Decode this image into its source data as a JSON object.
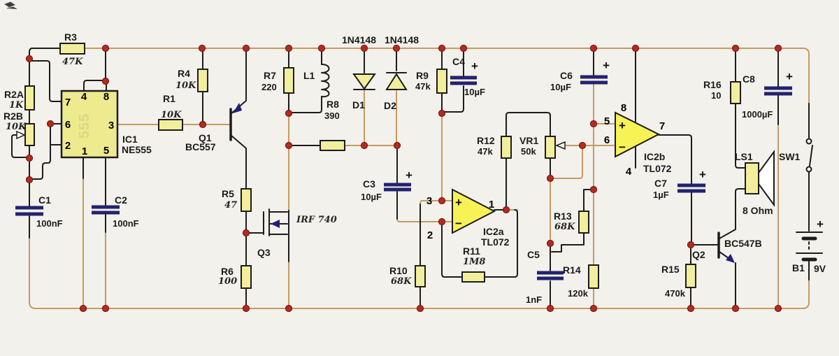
{
  "marks": {
    "plus": "+",
    "minus": "−"
  },
  "colors": {
    "background": "#f3f1ec",
    "wire_tan": "#c49c62",
    "wire_black": "#1c1c1c",
    "component_fill": "#f2ee9c",
    "ic_fill": "#eeea8e",
    "opamp_fill": "#f7f356",
    "capacitor_plate": "#22226e",
    "junction_dot": "#b52b20"
  },
  "components": {
    "r1": {
      "label": "R1",
      "value": "10K"
    },
    "r2a": {
      "label": "R2A",
      "value": "1K"
    },
    "r2b": {
      "label": "R2B",
      "value": "10K"
    },
    "r3": {
      "label": "R3",
      "value": "47K"
    },
    "r4": {
      "label": "R4",
      "value": "10K"
    },
    "r5": {
      "label": "R5",
      "value": "47"
    },
    "r6": {
      "label": "R6",
      "value": "100"
    },
    "r7": {
      "label": "R7",
      "value": "220"
    },
    "r8": {
      "label": "R8",
      "value": "390"
    },
    "r9": {
      "label": "R9",
      "value": "47k"
    },
    "r10": {
      "label": "R10",
      "value": "68K"
    },
    "r11": {
      "label": "R11",
      "value": "1M8"
    },
    "r12": {
      "label": "R12",
      "value": "47k"
    },
    "r13": {
      "label": "R13",
      "value": "68K"
    },
    "r14": {
      "label": "R14",
      "value": "120k"
    },
    "r15": {
      "label": "R15",
      "value": "470k"
    },
    "r16": {
      "label": "R16",
      "value": "10"
    },
    "vr1": {
      "label": "VR1",
      "value": "50k"
    },
    "c1": {
      "label": "C1",
      "value": "100nF"
    },
    "c2": {
      "label": "C2",
      "value": "100nF"
    },
    "c3": {
      "label": "C3",
      "value": "10µF"
    },
    "c4": {
      "label": "C4",
      "value": "10µF"
    },
    "c5": {
      "label": "C5",
      "value": "1nF"
    },
    "c6": {
      "label": "C6",
      "value": "10µF"
    },
    "c7": {
      "label": "C7",
      "value": "1µF"
    },
    "c8": {
      "label": "C8",
      "value": "1000µF"
    },
    "d1": {
      "label": "D1",
      "part": "1N4148"
    },
    "d2": {
      "label": "D2",
      "part": "1N4148"
    },
    "l1": {
      "label": "L1"
    },
    "q1": {
      "label": "Q1",
      "part": "BC557"
    },
    "q2": {
      "label": "Q2",
      "part": "BC547B"
    },
    "q3": {
      "label": "Q3",
      "part": "IRF 740"
    },
    "ic1": {
      "label": "IC1",
      "part": "NE555",
      "ghost": "555",
      "pins": [
        "7",
        "4",
        "8",
        "6",
        "3",
        "2",
        "1",
        "5"
      ]
    },
    "ic2a": {
      "label": "IC2a",
      "part": "TL072",
      "pins": [
        "3",
        "2",
        "1"
      ]
    },
    "ic2b": {
      "label": "IC2b",
      "part": "TL072",
      "pins": [
        "5",
        "6",
        "7",
        "8",
        "4"
      ]
    },
    "ls1": {
      "label": "LS1",
      "value": "8 Ohm"
    },
    "sw1": {
      "label": "SW1"
    },
    "b1": {
      "label": "B1",
      "value": "9V"
    }
  }
}
